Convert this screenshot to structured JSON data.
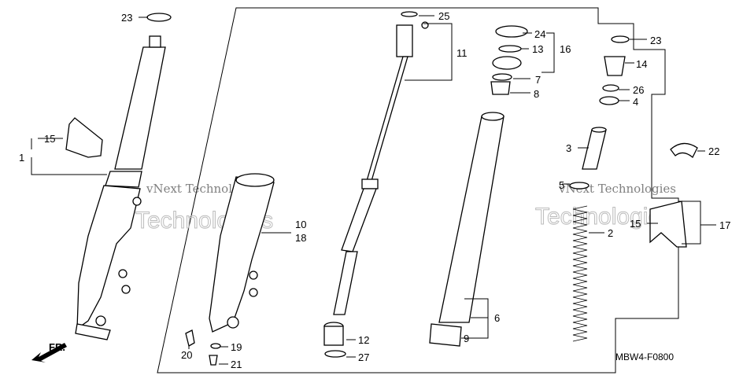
{
  "diagram": {
    "code": "MBW4-F0800",
    "direction_label": "FR.",
    "watermark_line1": "vNext Technologies",
    "watermark_line2": "Technologies",
    "callouts": {
      "c1": "1",
      "c2": "2",
      "c3": "3",
      "c4": "4",
      "c5": "5",
      "c6": "6",
      "c7": "7",
      "c8": "8",
      "c9": "9",
      "c10": "10",
      "c11": "11",
      "c12": "12",
      "c13": "13",
      "c14": "14",
      "c15a": "15",
      "c15b": "15",
      "c16": "16",
      "c17": "17",
      "c18": "18",
      "c19": "19",
      "c20": "20",
      "c21": "21",
      "c22": "22",
      "c23a": "23",
      "c23b": "23",
      "c24": "24",
      "c25": "25",
      "c26": "26",
      "c27": "27"
    }
  }
}
